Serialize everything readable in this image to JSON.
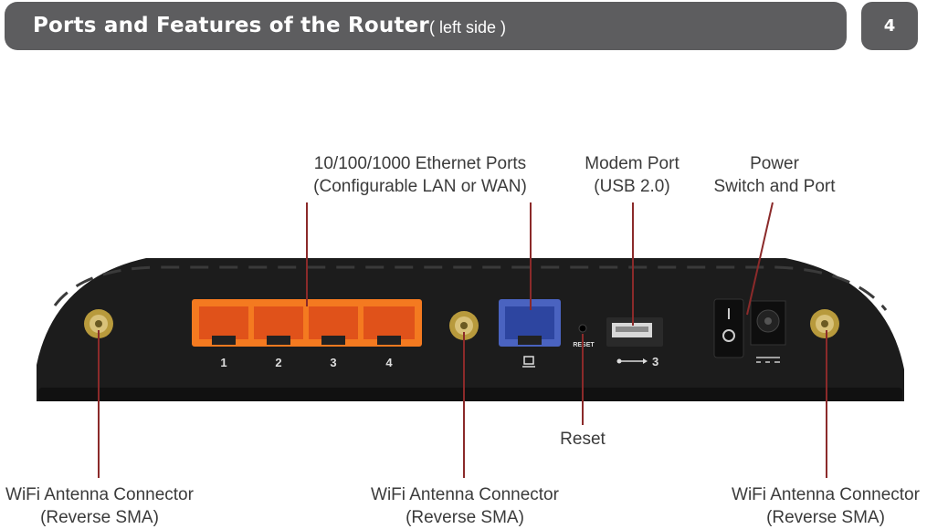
{
  "header": {
    "title": "Ports and Features of the Router",
    "subtitle": "( left side )",
    "page_number": "4"
  },
  "labels": {
    "ethernet": {
      "line1": "10/100/1000 Ethernet Ports",
      "line2": "(Configurable LAN or WAN)"
    },
    "modem": {
      "line1": "Modem Port",
      "line2": "(USB 2.0)"
    },
    "power": {
      "line1": "Power",
      "line2": "Switch and Port"
    },
    "reset": {
      "line1": "Reset"
    },
    "antenna_left": {
      "line1": "WiFi Antenna Connector",
      "line2": "(Reverse SMA)"
    },
    "antenna_center": {
      "line1": "WiFi Antenna Connector",
      "line2": "(Reverse SMA)"
    },
    "antenna_right": {
      "line1": "WiFi Antenna Connector",
      "line2": "(Reverse SMA)"
    }
  },
  "router": {
    "port_numbers": [
      "1",
      "2",
      "3",
      "4"
    ],
    "reset_text": "RESET",
    "usb_number": "3",
    "colors": {
      "body": "#1a1a1a",
      "lan": "#f47a20",
      "wan": "#4a63c0",
      "leader": "#8b2a2a"
    }
  }
}
